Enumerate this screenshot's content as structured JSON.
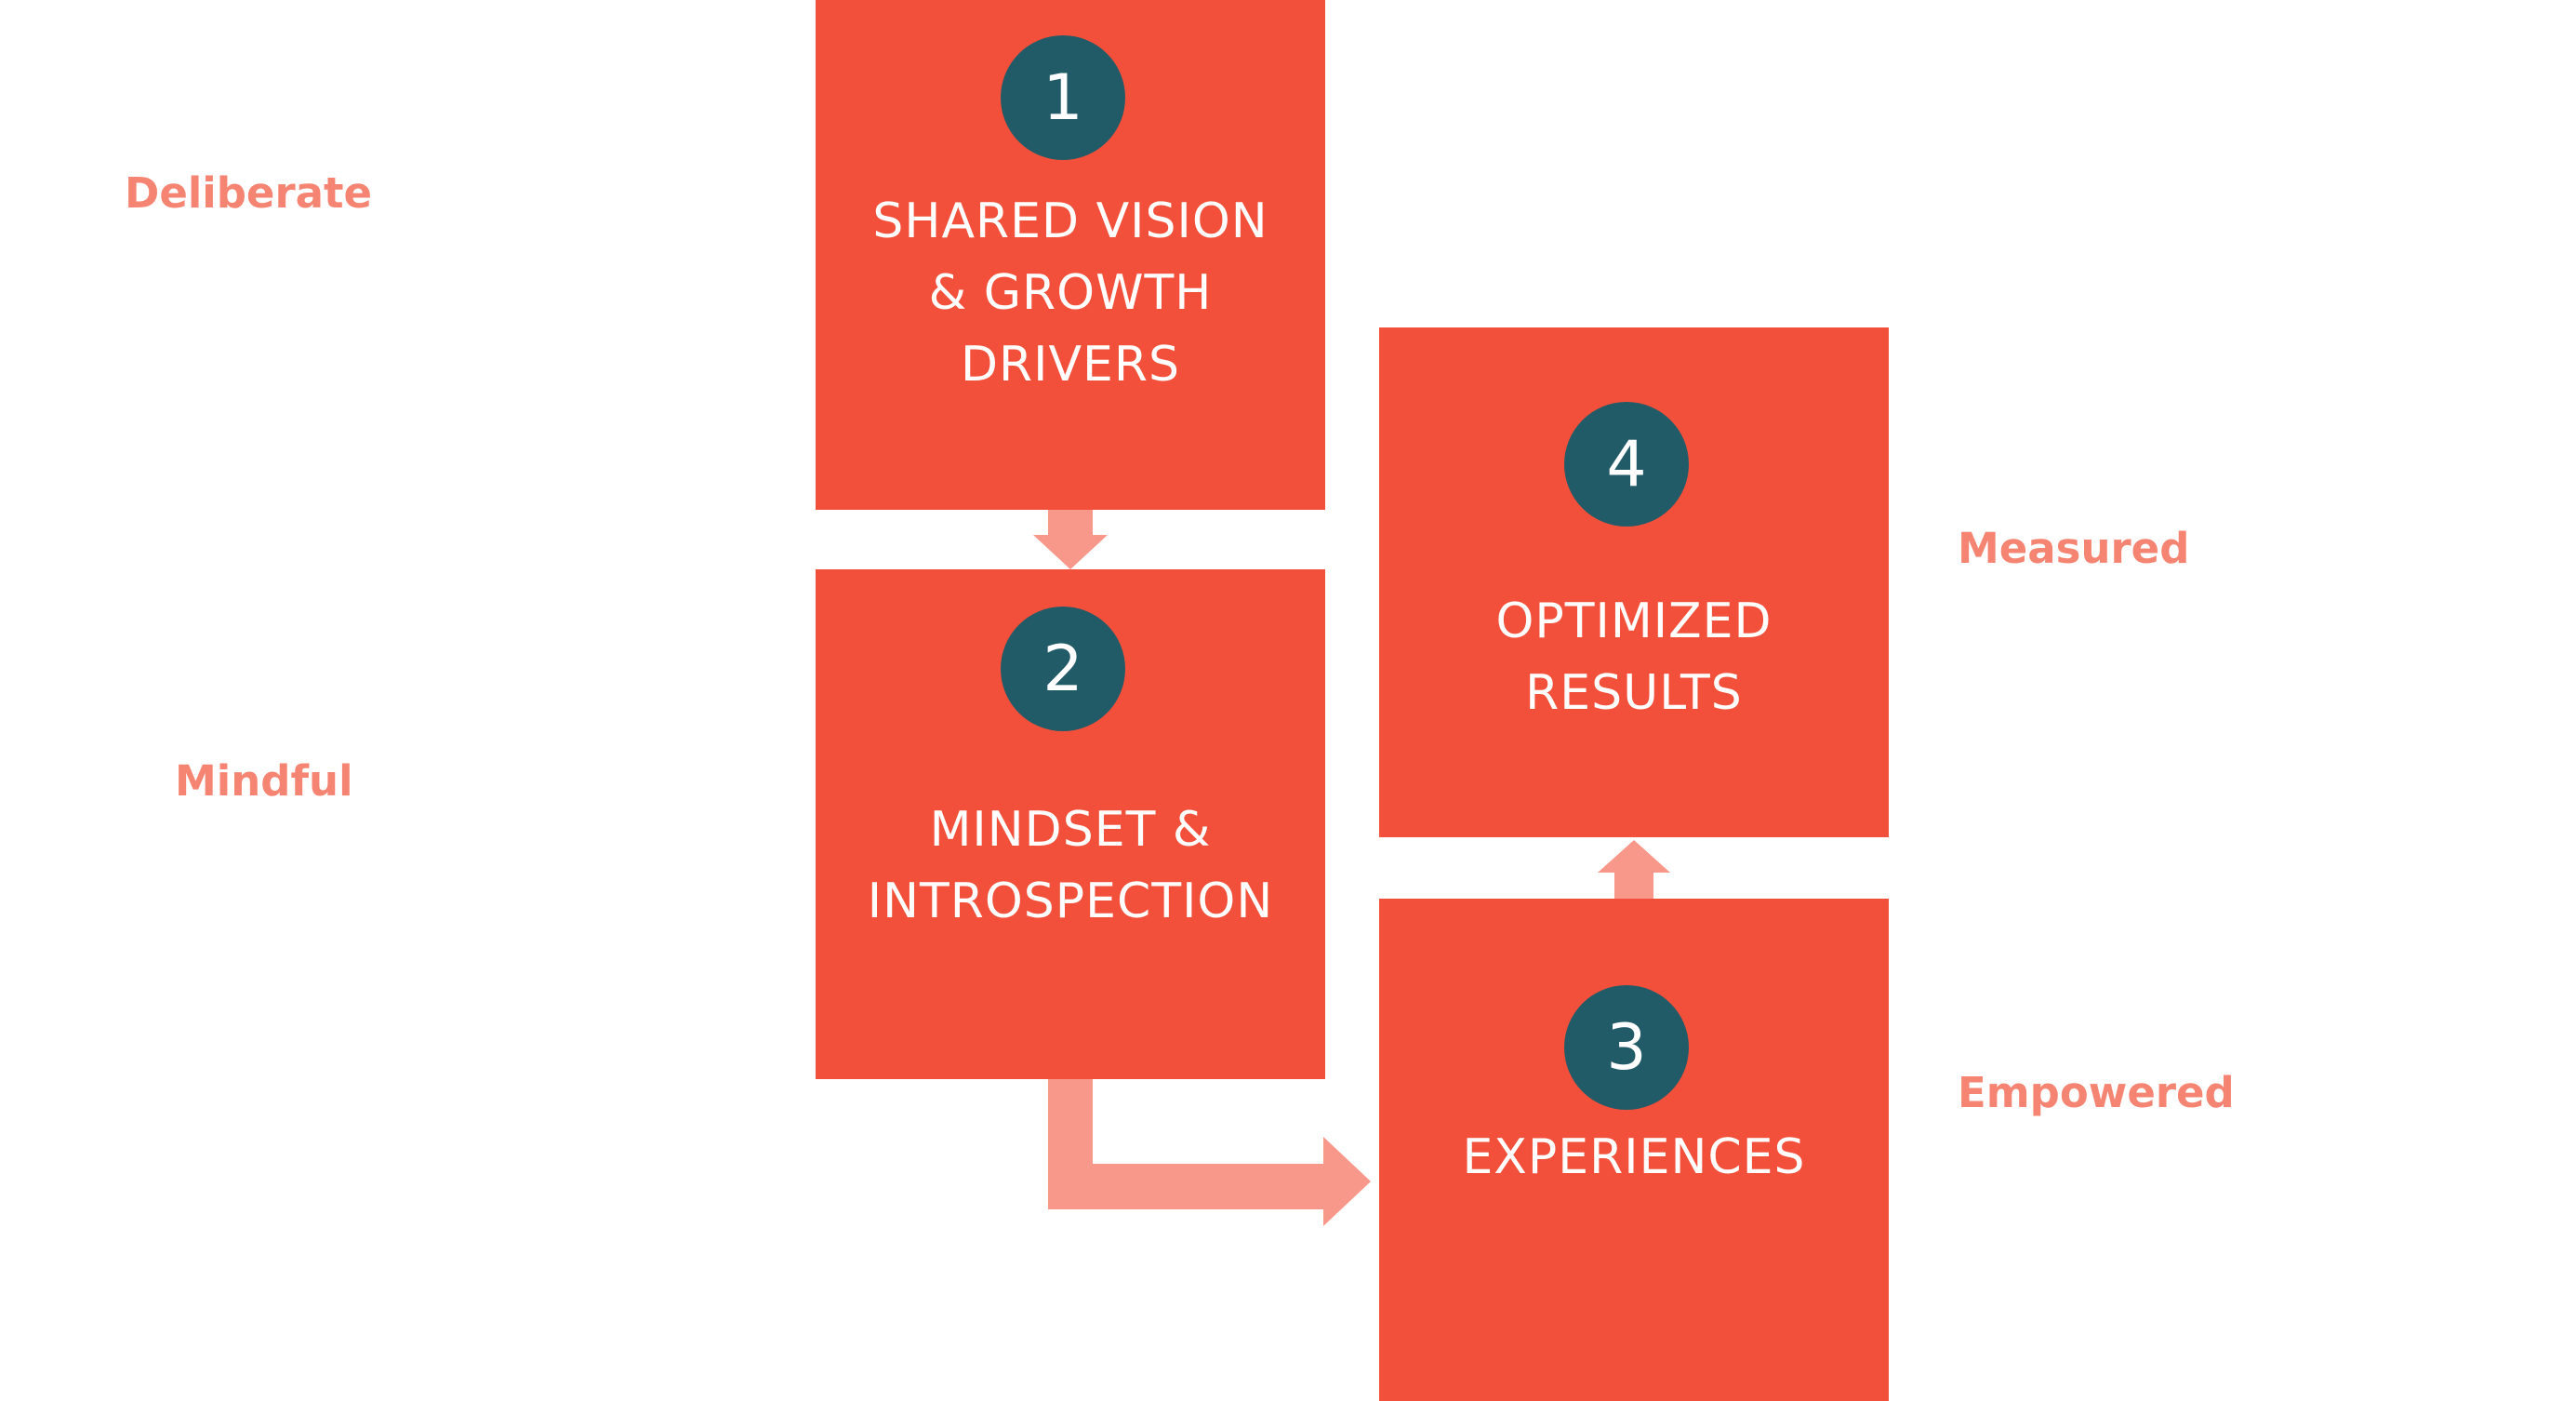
{
  "side_labels": {
    "deliberate": "Deliberate",
    "mindful": "Mindful",
    "measured": "Measured",
    "empowered": "Empowered"
  },
  "steps": [
    {
      "number": "1",
      "title": "SHARED VISION\n& GROWTH\nDRIVERS"
    },
    {
      "number": "2",
      "title": "MINDSET &\nINTROSPECTION"
    },
    {
      "number": "3",
      "title": "EXPERIENCES"
    },
    {
      "number": "4",
      "title": "OPTIMIZED\nRESULTS"
    }
  ],
  "colors": {
    "box": "#f2503a",
    "badge": "#225b68",
    "arrow": "#f7988a",
    "label": "#f58572",
    "text": "#ffffff"
  }
}
